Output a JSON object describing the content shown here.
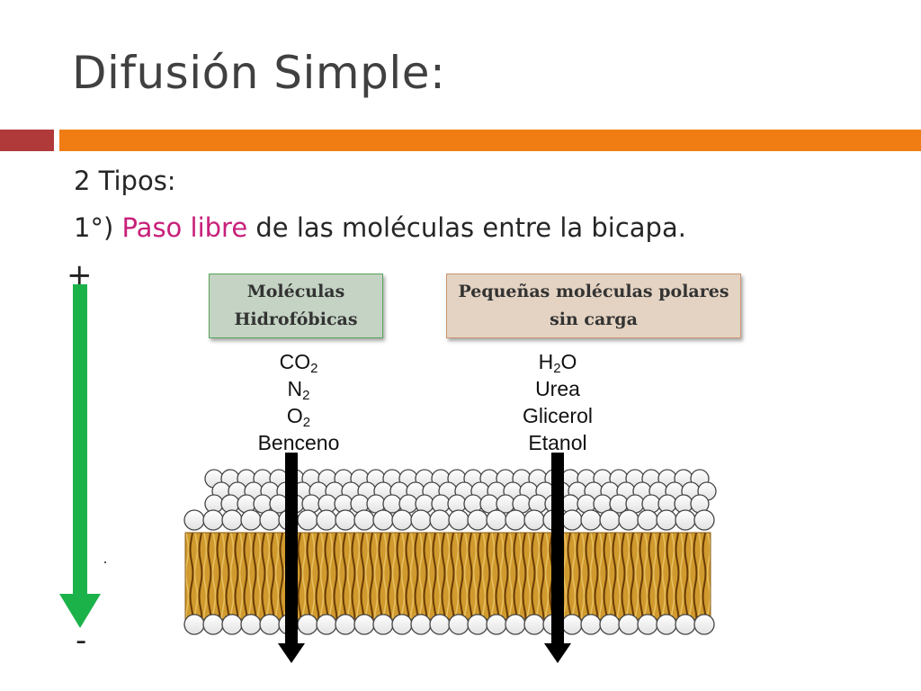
{
  "title": "Difusión Simple:",
  "subtitle": "2 Tipos:",
  "line2": {
    "prefix": "1°) ",
    "highlight": "Paso libre",
    "suffix": " de las moléculas entre la bicapa."
  },
  "gradient": {
    "top_sign": "+",
    "bottom_sign": "-"
  },
  "categories": [
    {
      "label_line1": "Moléculas",
      "label_line2": "Hidrofóbicas",
      "molecules": [
        {
          "base": "CO",
          "sub": "2",
          "rest": ""
        },
        {
          "base": "N",
          "sub": "2",
          "rest": ""
        },
        {
          "base": "O",
          "sub": "2",
          "rest": ""
        },
        {
          "base": "Benceno",
          "sub": "",
          "rest": ""
        }
      ]
    },
    {
      "label_line1": "Pequeñas moléculas polares",
      "label_line2": "sin carga",
      "molecules": [
        {
          "base": "H",
          "sub": "2",
          "rest": "O"
        },
        {
          "base": "Urea",
          "sub": "",
          "rest": ""
        },
        {
          "base": "Glicerol",
          "sub": "",
          "rest": ""
        },
        {
          "base": "Etanol",
          "sub": "",
          "rest": ""
        }
      ]
    }
  ],
  "colors": {
    "accent_text": "#c8207a",
    "bar_left": "#b03a3a",
    "bar_right": "#f07d14",
    "gradient_arrow": "#1bb24a",
    "box_hydro_fill": "#c4d3c4",
    "box_polar_fill": "#e4d3c2",
    "tail_color": "#b5770c"
  }
}
